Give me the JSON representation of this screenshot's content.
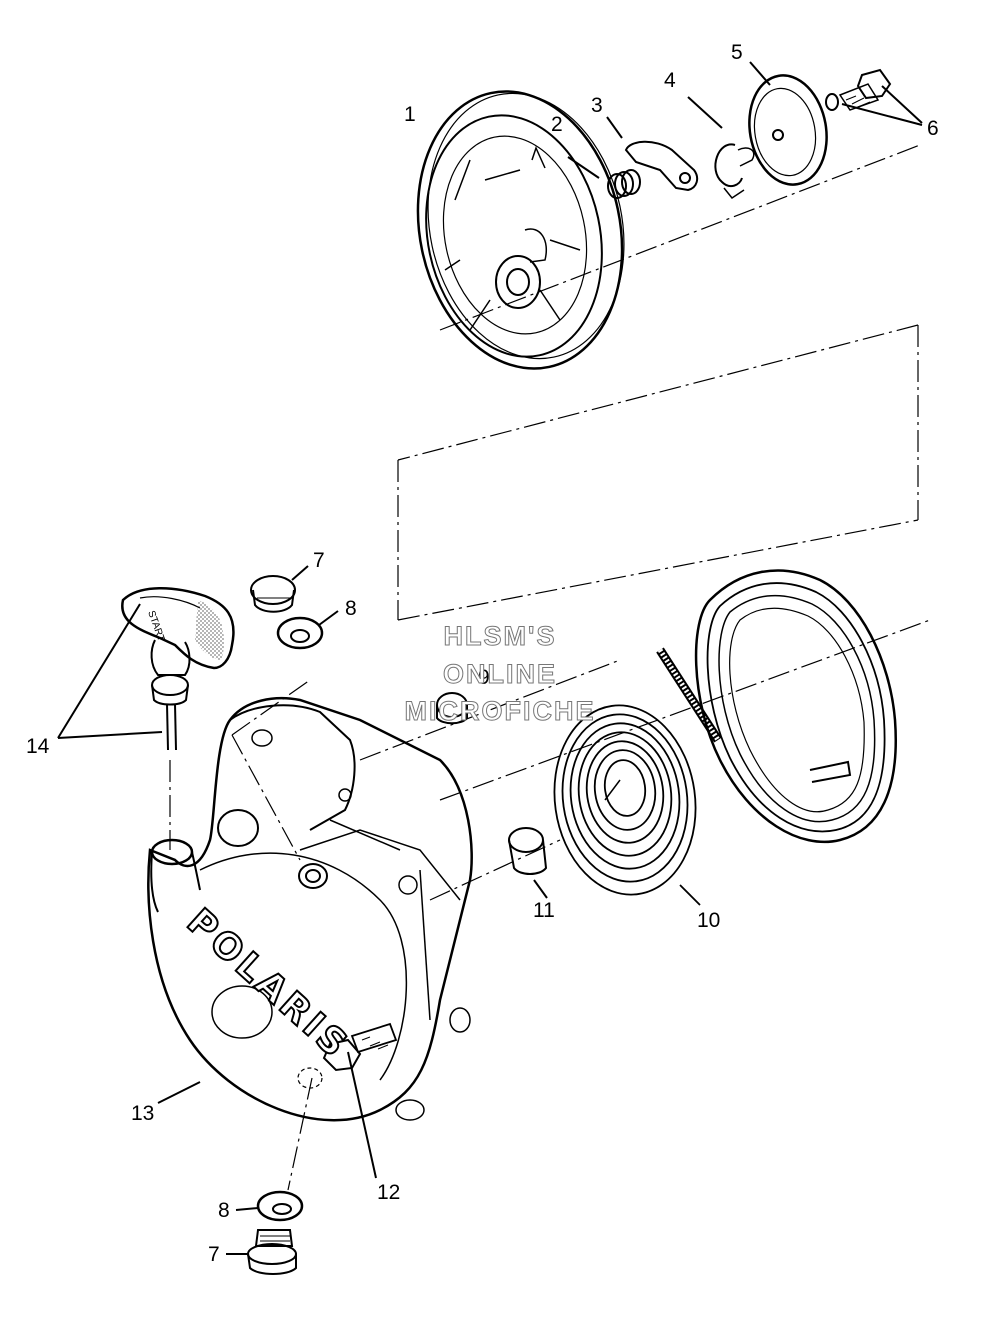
{
  "callouts": {
    "n1": "1",
    "n2": "2",
    "n3": "3",
    "n4": "4",
    "n5": "5",
    "n6": "6",
    "n7a": "7",
    "n8a": "8",
    "n9": "9",
    "n10": "10",
    "n11": "11",
    "n12": "12",
    "n13": "13",
    "n14": "14",
    "n8b": "8",
    "n7b": "7"
  },
  "watermark": {
    "line1": "HLSM'S",
    "line2": "ONLINE",
    "line3": "MICROFICHE"
  },
  "logo_text": "POLARIS",
  "handle_text": "START",
  "colors": {
    "ink": "#000000",
    "watermark_outline": "#777777",
    "paper": "#ffffff"
  }
}
